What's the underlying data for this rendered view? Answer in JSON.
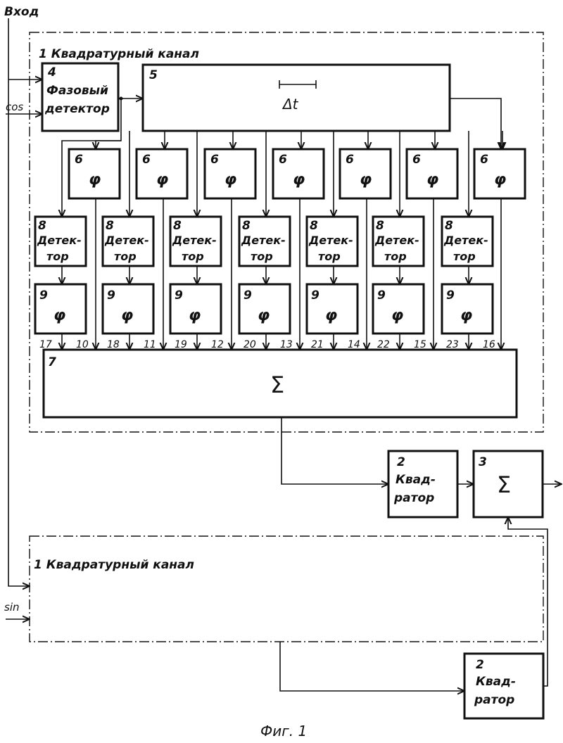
{
  "inputs": {
    "vhod": "Вход",
    "cos": "cos",
    "sin": "sin"
  },
  "channel_top": {
    "title": "1 Квадратурный канал",
    "block4": {
      "num": "4",
      "line1": "Фазовый",
      "line2": "детектор"
    },
    "block5": {
      "num": "5",
      "delta": "Δt"
    },
    "block6": {
      "num": "6",
      "symbol": "φ"
    },
    "block8": {
      "num": "8",
      "line1": "Детек-",
      "line2": "тор"
    },
    "block9": {
      "num": "9",
      "symbol": "φ"
    },
    "block7": {
      "num": "7",
      "symbol": "Σ"
    },
    "pins": [
      "17",
      "10",
      "18",
      "11",
      "19",
      "12",
      "20",
      "13",
      "21",
      "14",
      "22",
      "15",
      "23",
      "16"
    ]
  },
  "channel_bottom": {
    "title": "1 Квадратурный канал"
  },
  "kvadrator_top": {
    "num": "2",
    "line1": "Квад-",
    "line2": "ратор"
  },
  "kvadrator_bottom": {
    "num": "2",
    "line1": "Квад-",
    "line2": "ратор"
  },
  "summator3": {
    "num": "3",
    "symbol": "Σ"
  },
  "caption": "Фиг. 1"
}
